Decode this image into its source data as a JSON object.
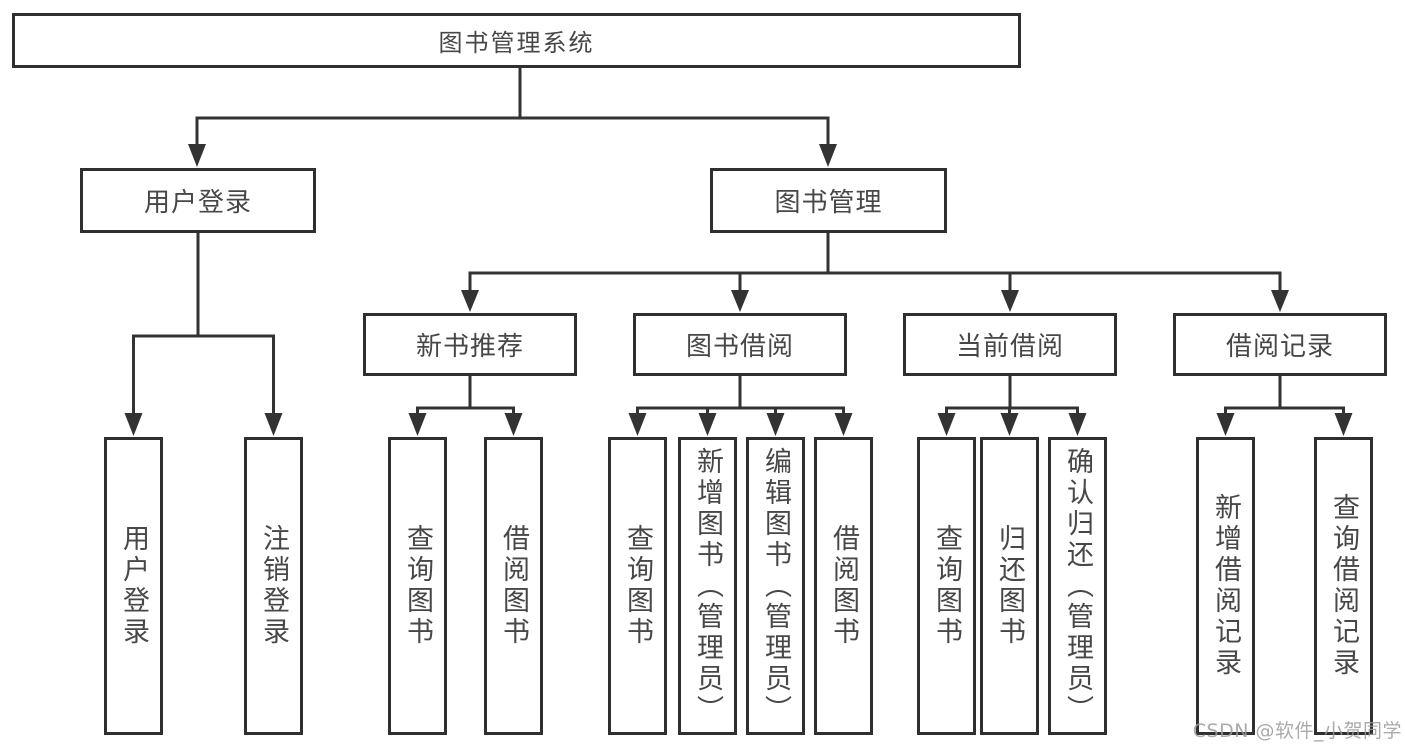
{
  "tree": {
    "root": {
      "label": "图书管理系统"
    },
    "branches": [
      {
        "label": "用户登录",
        "children": [
          {
            "label": "用户登录"
          },
          {
            "label": "注销登录"
          }
        ]
      },
      {
        "label": "图书管理",
        "sections": [
          {
            "label": "新书推荐",
            "children": [
              {
                "label": "查询图书"
              },
              {
                "label": "借阅图书"
              }
            ]
          },
          {
            "label": "图书借阅",
            "children": [
              {
                "label": "查询图书"
              },
              {
                "label": "新增图书（管理员）"
              },
              {
                "label": "编辑图书（管理员）"
              },
              {
                "label": "借阅图书"
              }
            ]
          },
          {
            "label": "当前借阅",
            "children": [
              {
                "label": "查询图书"
              },
              {
                "label": "归还图书"
              },
              {
                "label": "确认归还（管理员）"
              }
            ]
          },
          {
            "label": "借阅记录",
            "children": [
              {
                "label": "新增借阅记录"
              },
              {
                "label": "查询借阅记录"
              }
            ]
          }
        ]
      }
    ]
  },
  "watermark": {
    "text": "CSDN @软件_小贺同学",
    "color": "#9b9b9b"
  },
  "colors": {
    "line": "#333333",
    "box_border": "#2f2f2f",
    "text": "#474747",
    "background": "#ffffff"
  }
}
